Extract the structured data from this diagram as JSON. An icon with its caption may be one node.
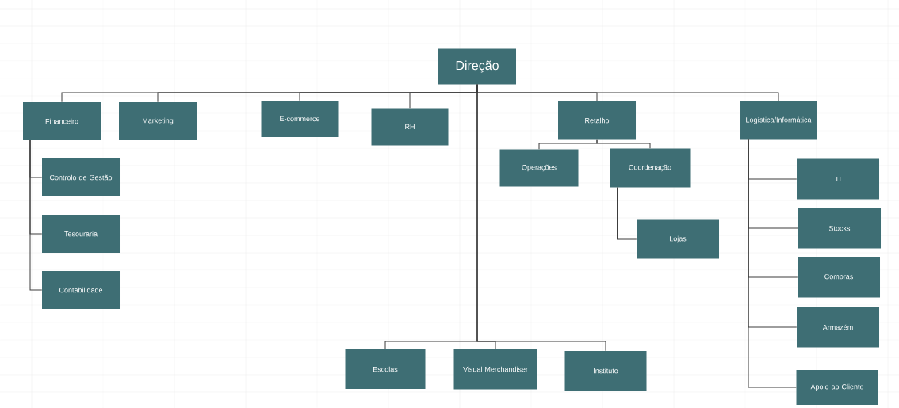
{
  "diagram": {
    "nodes": [
      {
        "text": [
          "Direção"
        ]
      },
      {
        "text": [
          "Financeiro"
        ]
      },
      {
        "text": [
          "Marketing"
        ]
      },
      {
        "text": [
          "E-commerce"
        ]
      },
      {
        "text": [
          "RH"
        ]
      },
      {
        "text": [
          "Retalho"
        ]
      },
      {
        "text": [
          "Logística/Informática"
        ]
      },
      {
        "text": [
          "Controlo de Gestão"
        ]
      },
      {
        "text": [
          "Tesouraria"
        ]
      },
      {
        "text": [
          "Contabilidade"
        ]
      },
      {
        "text": [
          "Operações"
        ]
      },
      {
        "text": [
          "Coordenação"
        ]
      },
      {
        "text": [
          "Lojas"
        ]
      },
      {
        "text": [
          "TI"
        ]
      },
      {
        "text": [
          "Stocks"
        ]
      },
      {
        "text": [
          "Compras"
        ]
      },
      {
        "text": [
          "Armazém"
        ]
      },
      {
        "text": [
          "Apoio ao Cliente"
        ]
      },
      {
        "text": [
          "Escolas"
        ]
      },
      {
        "text": [
          "Visual Merchandiser"
        ]
      },
      {
        "text": [
          "Instituto"
        ]
      }
    ],
    "edges": [
      {
        "from": 0,
        "to": 1,
        "arrow": "none"
      },
      {
        "from": 0,
        "to": 2,
        "arrow": "none"
      },
      {
        "from": 0,
        "to": 3,
        "arrow": "none"
      },
      {
        "from": 0,
        "to": 4,
        "arrow": "none"
      },
      {
        "from": 0,
        "to": 5,
        "arrow": "none"
      },
      {
        "from": 0,
        "to": 6,
        "arrow": "none"
      },
      {
        "from": 1,
        "to": 7,
        "arrow": "none"
      },
      {
        "from": 1,
        "to": 8,
        "arrow": "none"
      },
      {
        "from": 1,
        "to": 9,
        "arrow": "none"
      },
      {
        "from": 5,
        "to": 10,
        "arrow": "none"
      },
      {
        "from": 5,
        "to": 11,
        "arrow": "none"
      },
      {
        "from": 11,
        "to": 12,
        "arrow": "none"
      },
      {
        "from": 6,
        "to": 13,
        "arrow": "none"
      },
      {
        "from": 6,
        "to": 14,
        "arrow": "none"
      },
      {
        "from": 6,
        "to": 15,
        "arrow": "none"
      },
      {
        "from": 6,
        "to": 16,
        "arrow": "none"
      },
      {
        "from": 6,
        "to": 17,
        "arrow": "none"
      },
      {
        "from": 0,
        "to": 18,
        "arrow": "none"
      },
      {
        "from": 0,
        "to": 19,
        "arrow": "none"
      },
      {
        "from": 0,
        "to": 20,
        "arrow": "none"
      }
    ]
  }
}
